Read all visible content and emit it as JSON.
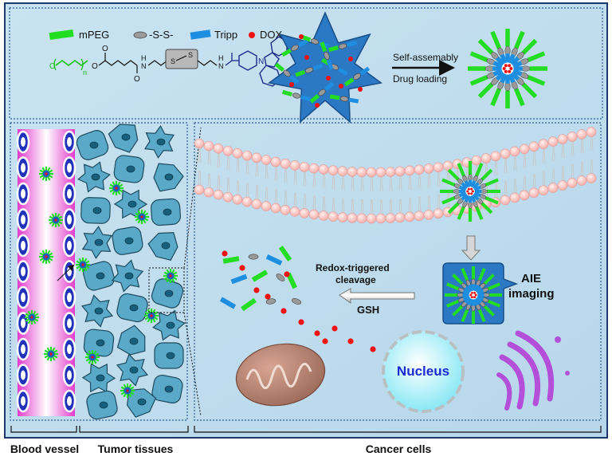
{
  "legend": {
    "mpeg": "mPEG",
    "ss": "-S-S-",
    "tripp": "Tripp",
    "dox": "DOX"
  },
  "chem": {
    "n_sub": "n",
    "s1": "S",
    "s2": "S",
    "nh1": "H",
    "n1": "N",
    "nh2": "H",
    "n2": "N",
    "n3": "N",
    "o1": "O",
    "o2": "O",
    "o3": "O",
    "o4": "O"
  },
  "assembly": {
    "line1": "Self-assemably",
    "line2": "Drug loading"
  },
  "process": {
    "redox1": "Redox-triggered",
    "redox2": "cleavage",
    "gsh": "GSH",
    "aie1": "AIE",
    "aie2": "imaging",
    "nucleus": "Nucleus"
  },
  "labels": {
    "blood": "Blood vessel",
    "tumor": "Tumor tissues",
    "cancer": "Cancer cells"
  },
  "colors": {
    "mpeg": "#22dd22",
    "tripp": "#1e8fe0",
    "dox": "#ee1111",
    "ss": "#9a9a9a",
    "frame": "#1b3a6b",
    "cell": "#5aa9c8",
    "vessel": "#e040c8"
  }
}
